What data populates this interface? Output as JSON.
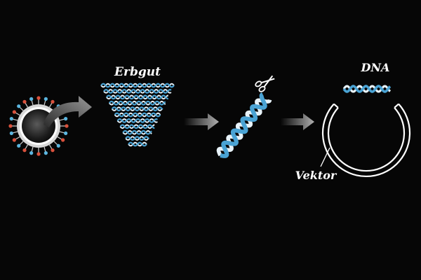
{
  "labels": {
    "genome": "Erbgut",
    "dna": "DNA",
    "vector": "Vektor"
  },
  "colors": {
    "background": "#060606",
    "dna_strand_a": "#4aa3d4",
    "dna_strand_b": "#e8f3fa",
    "arrow_gray": "#9a9a9a",
    "vector_ring": "#ffffff",
    "spike_red": "#d9513c",
    "spike_blue": "#5bb6e0"
  },
  "icons": [
    "virus-particle-icon",
    "curved-arrow-icon",
    "dna-fragment-icon",
    "scissors-icon",
    "arrow-right-icon",
    "plasmid-vector-icon"
  ]
}
